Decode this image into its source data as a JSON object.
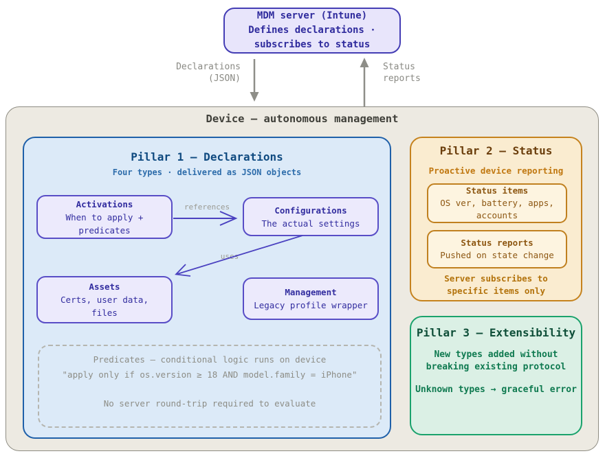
{
  "mdm": {
    "lines": [
      "MDM server (Intune)",
      "Defines declarations ·",
      "subscribes to status"
    ]
  },
  "flow": {
    "declarations_label": [
      "Declarations",
      "(JSON)"
    ],
    "status_label": [
      "Status",
      "reports"
    ]
  },
  "device": {
    "title": "Device — autonomous management",
    "pillar1": {
      "title": "Pillar 1 — Declarations",
      "subtitle": "Four types · delivered as JSON objects",
      "activations": {
        "title": "Activations",
        "lines": [
          "When to apply +",
          "predicates"
        ]
      },
      "configurations": {
        "title": "Configurations",
        "lines": [
          "The actual settings"
        ]
      },
      "assets": {
        "title": "Assets",
        "lines": [
          "Certs, user data,",
          "files"
        ]
      },
      "management": {
        "title": "Management",
        "lines": [
          "Legacy profile wrapper"
        ]
      },
      "edges": {
        "references": "references",
        "uses": "uses"
      },
      "predicates": {
        "title": "Predicates — conditional logic runs on device",
        "example": "\"apply only if os.version ≥ 18 AND model.family = iPhone\"",
        "note": "No server round-trip required to evaluate"
      }
    },
    "pillar2": {
      "title": "Pillar 2 — Status",
      "subtitle": "Proactive device reporting",
      "status_items": {
        "title": "Status items",
        "lines": [
          "OS ver, battery, apps,",
          "accounts"
        ]
      },
      "status_reports": {
        "title": "Status reports",
        "lines": [
          "Pushed on state change"
        ]
      },
      "note": [
        "Server subscribes to",
        "specific items only"
      ]
    },
    "pillar3": {
      "title": "Pillar 3 — Extensibility",
      "body1": [
        "New types added without",
        "breaking existing protocol"
      ],
      "body2": "Unknown types → graceful error"
    }
  },
  "colors": {
    "mdm_fill": "#e8e5fb",
    "mdm_border": "#433cb4",
    "mdm_text": "#2f2b9d",
    "flow_arrow_gray": "#8e8e88",
    "flow_label_gray": "#8a8a84",
    "device_fill": "#edeae2",
    "device_border": "#8e8c82",
    "device_title": "#3f3f39",
    "pillar1_fill": "#dceaf8",
    "pillar1_border": "#1f60a9",
    "pillar1_title": "#0f4a80",
    "pillar1_subtitle": "#2e6dab",
    "declaration_box_fill": "#eceafc",
    "declaration_box_border": "#584dc6",
    "declaration_box_text": "#322d9f",
    "edge_arrow_indigo": "#4a41c0",
    "edge_label_gray": "#9b9b93",
    "predicates_border": "#b5b5af",
    "predicates_text": "#8d8d86",
    "pillar2_fill": "#faecd0",
    "pillar2_border": "#c5821d",
    "pillar2_title": "#6b3e0c",
    "pillar2_subtitle": "#c0770f",
    "status_box_fill": "#fdf4e0",
    "status_box_border": "#c0801f",
    "status_box_text": "#8d5712",
    "pillar2_note": "#b3730c",
    "pillar3_fill": "#dbf0e5",
    "pillar3_border": "#1aa26c",
    "pillar3_title": "#0e4e38",
    "pillar3_text": "#0f7a50"
  }
}
